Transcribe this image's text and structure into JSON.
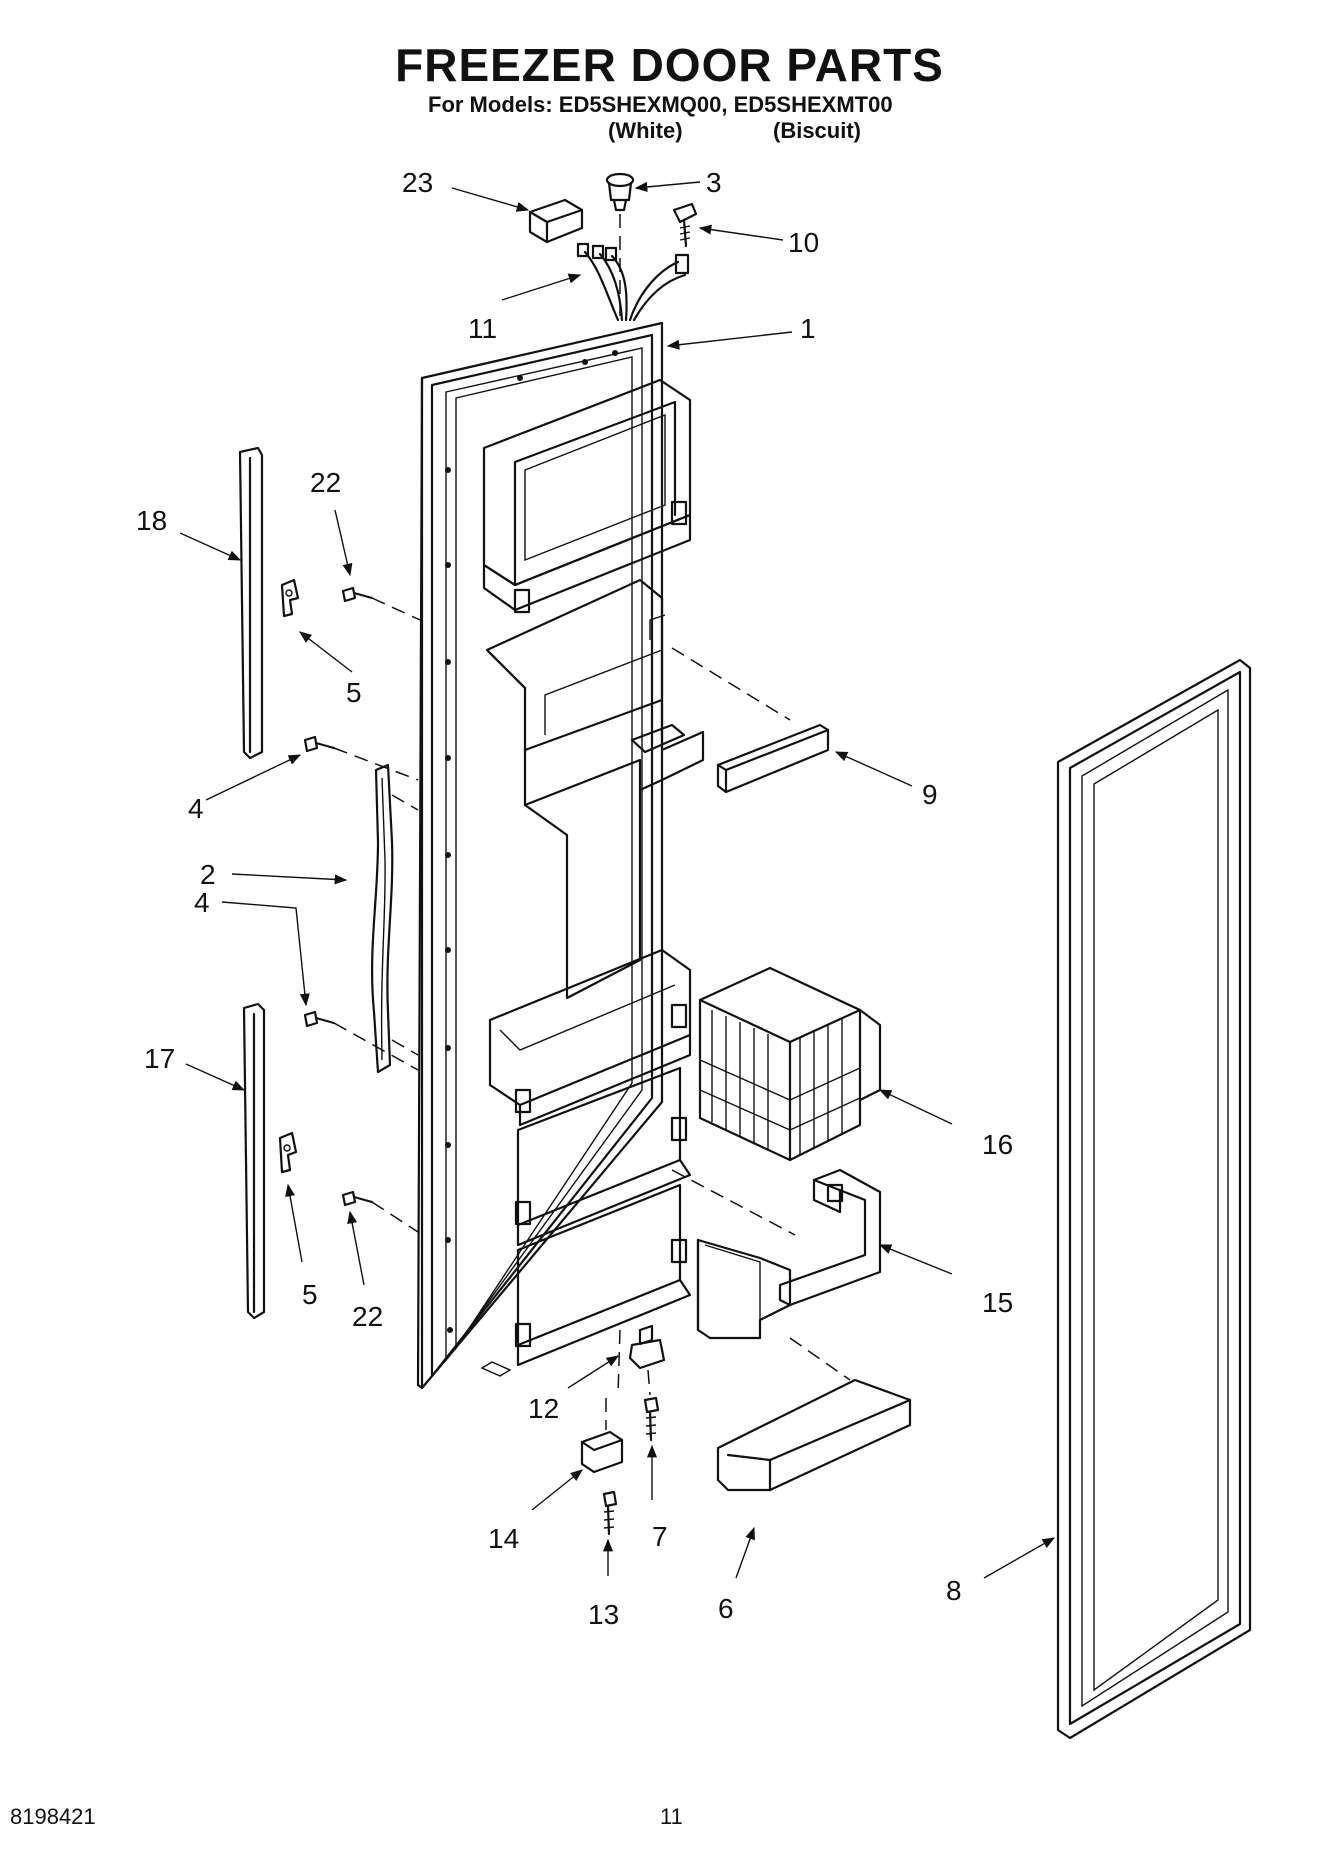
{
  "header": {
    "title": "FREEZER DOOR PARTS",
    "models": "For Models: ED5SHEXMQ00, ED5SHEXMT00",
    "variants": [
      "(White)",
      "(Biscuit)"
    ]
  },
  "callouts": [
    "23",
    "3",
    "10",
    "11",
    "1",
    "22",
    "18",
    "5",
    "4",
    "9",
    "2",
    "4",
    "17",
    "16",
    "5",
    "22",
    "15",
    "12",
    "14",
    "7",
    "13",
    "6",
    "8"
  ],
  "footer": {
    "doc_number": "8198421",
    "page_number": "11"
  }
}
